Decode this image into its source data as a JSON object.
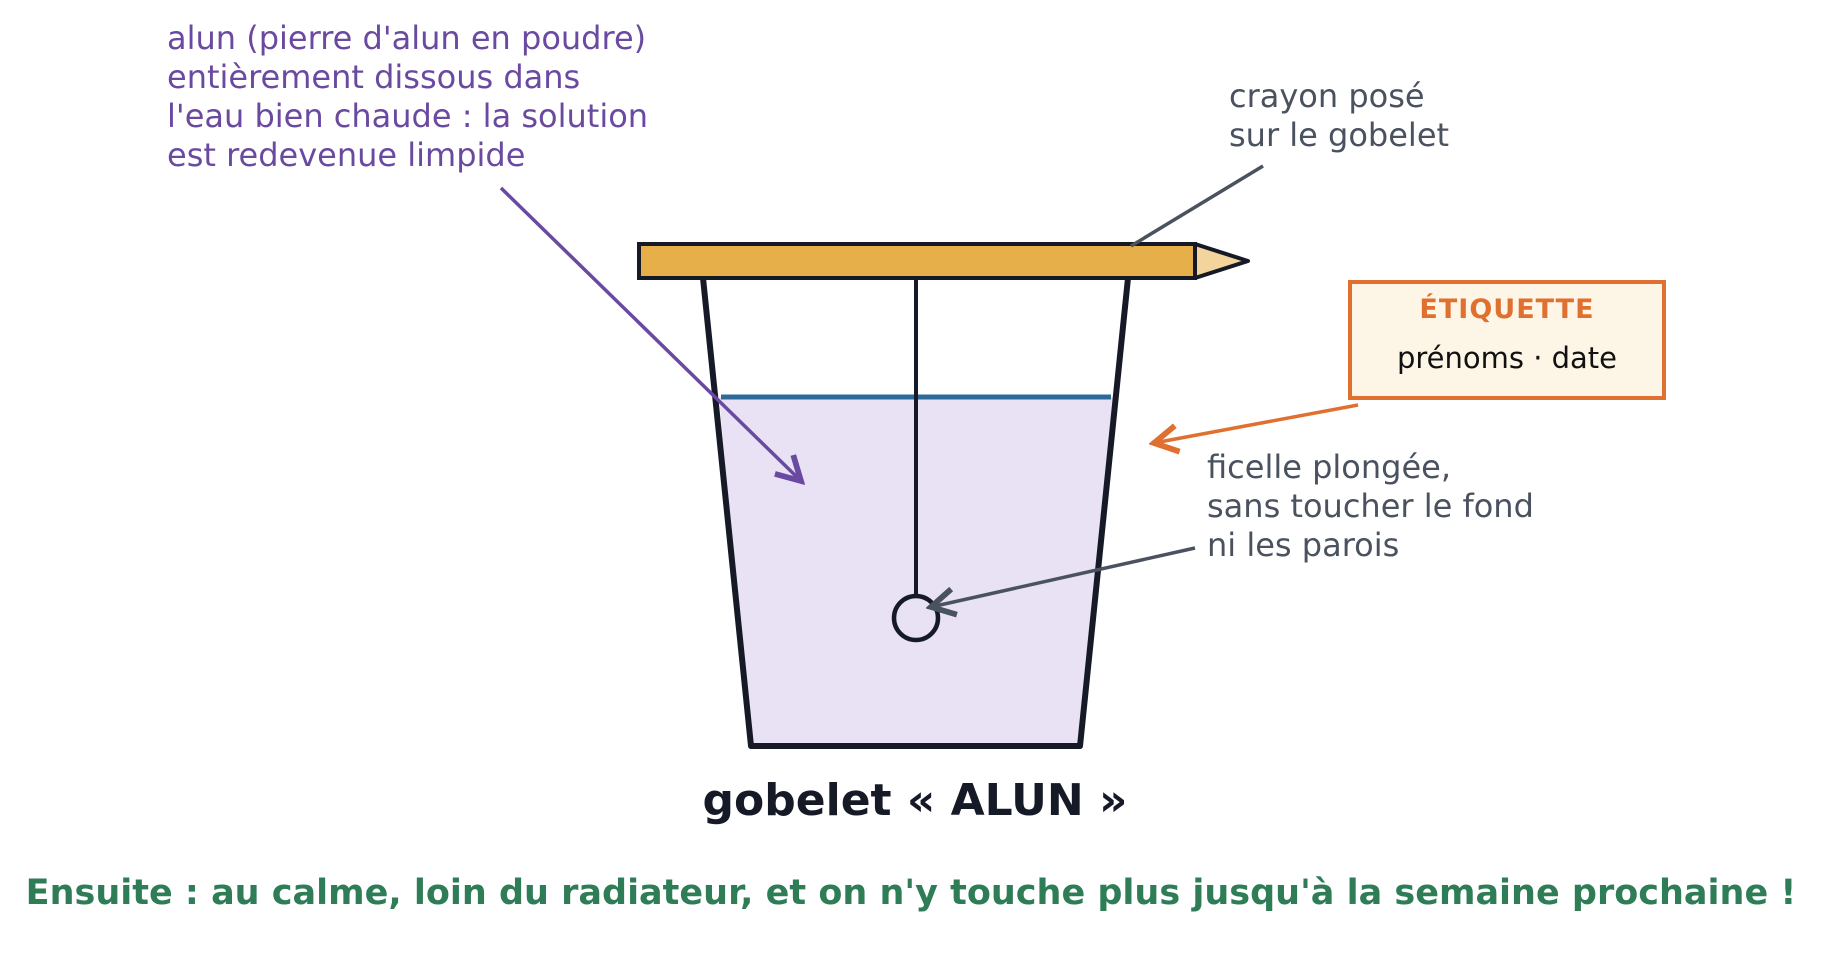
{
  "annotations": {
    "alum_note": "alun (pierre d'alun en poudre)\nentièrement dissous dans\nl'eau bien chaude : la solution\nest redevenue limpide",
    "pencil_note": "crayon posé\nsur le gobelet",
    "string_note": "ficelle plongée,\nsans toucher le fond\nni les parois"
  },
  "label_card": {
    "title": "ÉTIQUETTE",
    "body": "prénoms · date"
  },
  "cup_caption": "gobelet « ALUN »",
  "footer": "Ensuite : au calme, loin du radiateur, et on n'y touche plus jusqu'à la semaine prochaine !",
  "colors": {
    "solution_fill": "#e9e2f4",
    "water_line": "#2d6a9a",
    "pencil_body": "#e6af4a",
    "pencil_tip": "#f3d49d",
    "outline": "#151a26",
    "alum_accent": "#6a4aa0",
    "label_accent": "#e07030",
    "pointer_gray": "#4a5260",
    "footer_green": "#2e7d57"
  }
}
